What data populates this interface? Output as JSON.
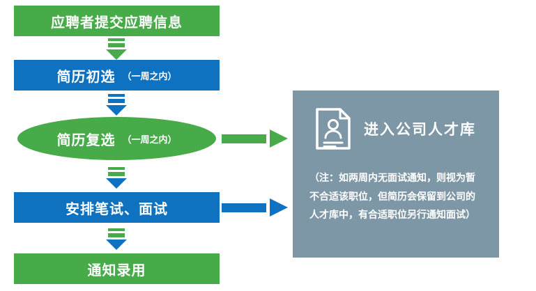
{
  "colors": {
    "green": "#47AB49",
    "blue": "#0E72C0",
    "panel_bg": "#7E97A6",
    "text_on_fill": "#FFFFFF",
    "background": "#FFFFFF"
  },
  "flow": {
    "step_submit": {
      "label": "应聘者提交应聘信息"
    },
    "step_initial": {
      "label": "简历初选",
      "duration": "（一周之内）"
    },
    "step_recheck": {
      "label": "简历复选",
      "duration": "（一周之内）"
    },
    "step_interview": {
      "label": "安排笔试、面试"
    },
    "step_offer": {
      "label": "通知录用"
    }
  },
  "panel": {
    "title": "进入公司人才库",
    "note": "（注：如两周内无面试通知，则视为暂不合适该职位，但简历会保留到公司的人才库中，有合适职位另行通知面试）",
    "icon": "resume-person-document-icon"
  },
  "connectors": {
    "down_1": {
      "from": "应聘者提交应聘信息",
      "to": "简历初选",
      "stripe_color": "#47AB49",
      "head_color": "#47AB49"
    },
    "down_2": {
      "from": "简历初选",
      "to": "简历复选",
      "stripe_color": "#0E72C0",
      "head_color": "#0E72C0"
    },
    "down_3": {
      "from": "简历复选",
      "to": "安排笔试、面试",
      "stripe_color": "#47AB49",
      "head_color": "#0E72C0"
    },
    "down_4": {
      "from": "安排笔试、面试",
      "to": "通知录用",
      "stripe_color": "#47AB49",
      "head_color": "#0E72C0"
    },
    "right_from_recheck": {
      "from": "简历复选",
      "to": "进入公司人才库",
      "color": "#47AB49"
    },
    "right_from_interview": {
      "from": "安排笔试、面试",
      "to": "进入公司人才库",
      "color": "#0E72C0"
    }
  }
}
